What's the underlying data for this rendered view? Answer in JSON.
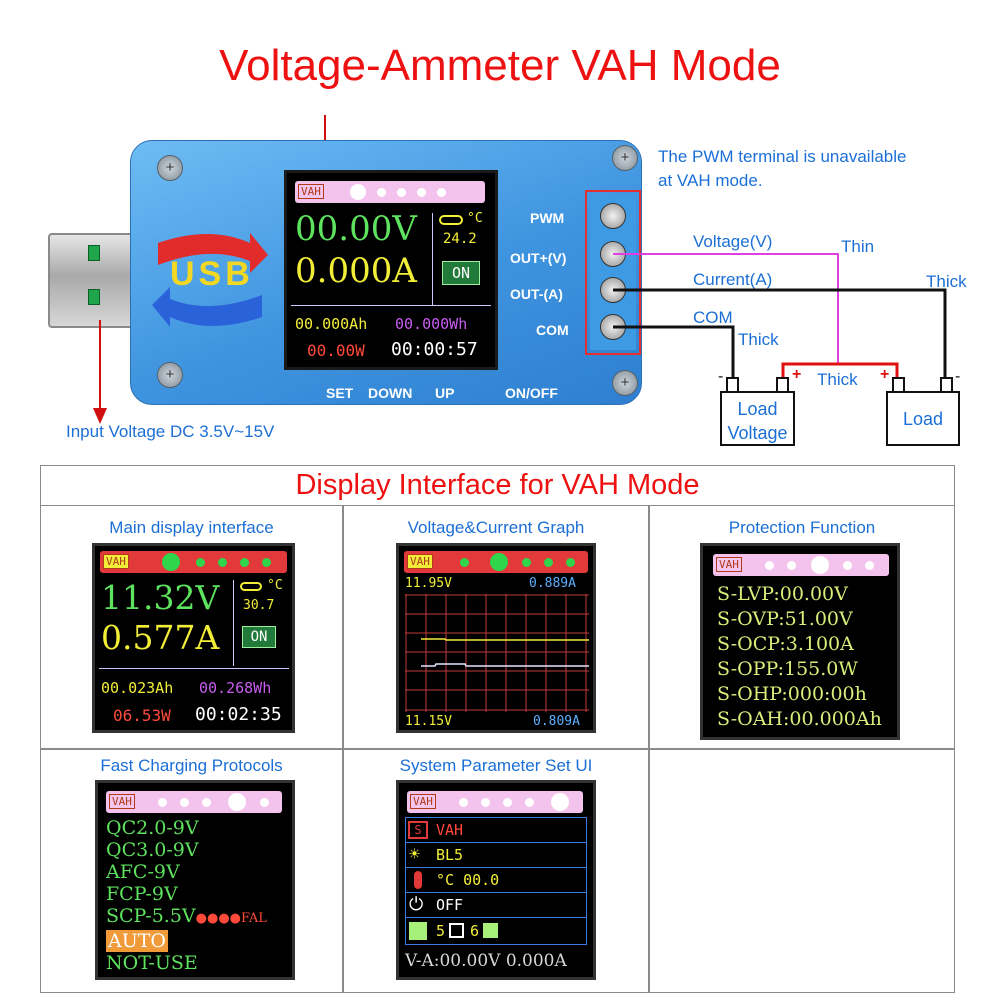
{
  "title": "Voltage-Ammeter VAH Mode",
  "device": {
    "logo": "USB",
    "screen": {
      "tag": "VAH",
      "voltage": "00.00V",
      "current": "0.000A",
      "temp_unit": "°C",
      "temp": "24.2",
      "status": "ON",
      "capacity": "00.000Ah",
      "energy": "00.000Wh",
      "power": "00.00W",
      "time": "00:00:57"
    },
    "buttons": [
      "SET",
      "DOWN",
      "UP"
    ],
    "power_button": "ON/OFF",
    "terminals": [
      "PWM",
      "OUT+(V)",
      "OUT-(A)",
      "COM"
    ]
  },
  "annotations": {
    "pwm_note_line1": "The PWM terminal is unavailable",
    "pwm_note_line2": "at VAH mode.",
    "input_voltage": "Input Voltage DC 3.5V~15V",
    "voltage_wire": "Voltage(V)",
    "current_wire": "Current(A)",
    "com_wire": "COM",
    "thin": "Thin",
    "thick_1": "Thick",
    "thick_2": "Thick",
    "thick_3": "Thick",
    "minus_1": "-",
    "plus_1": "+",
    "plus_2": "+",
    "minus_2": "-",
    "load_voltage_line1": "Load",
    "load_voltage_line2": "Voltage",
    "load": "Load"
  },
  "display_section": {
    "title": "Display Interface for VAH Mode",
    "main": {
      "title": "Main display interface",
      "tag": "VAH",
      "voltage": "11.32V",
      "current": "0.577A",
      "temp_unit": "°C",
      "temp": "30.7",
      "status": "ON",
      "capacity": "00.023Ah",
      "energy": "00.268Wh",
      "power": "06.53W",
      "time": "00:02:35"
    },
    "graph": {
      "title": "Voltage&Current Graph",
      "tag": "VAH",
      "v_max": "11.95V",
      "a_max": "0.889A",
      "v_min": "11.15V",
      "a_min": "0.809A"
    },
    "protection": {
      "title": "Protection Function",
      "tag": "VAH",
      "lines": [
        "S-LVP:00.00V",
        "S-OVP:51.00V",
        "S-OCP:3.100A",
        "S-OPP:155.0W",
        "S-OHP:000:00h",
        "S-OAH:00.000Ah"
      ]
    },
    "fast_charging": {
      "title": "Fast Charging Protocols",
      "tag": "VAH",
      "lines": [
        "QC2.0-9V",
        "QC3.0-9V",
        "AFC-9V",
        "FCP-9V",
        "SCP-5.5V"
      ],
      "scp_status": "FAL",
      "auto": "AUTO",
      "not_use": "NOT-USE"
    },
    "system": {
      "title": "System Parameter Set UI",
      "tag": "VAH",
      "mode": "VAH",
      "backlight": "BL5",
      "temp": "°C 00.0",
      "power": "OFF",
      "theme_a": "5",
      "theme_b": "6",
      "footer": "V-A:00.00V 0.000A"
    }
  },
  "colors": {
    "title_red": "#ee1111",
    "note_blue": "#1b6fd6",
    "device_blue": "#3f94df",
    "lcd_green": "#5ee35e",
    "lcd_yellow": "#f2ee38",
    "lcd_purple": "#c75cf0",
    "lcd_red": "#ff4a3a",
    "wire_magenta": "#e040e0",
    "wire_red": "#e01010"
  }
}
